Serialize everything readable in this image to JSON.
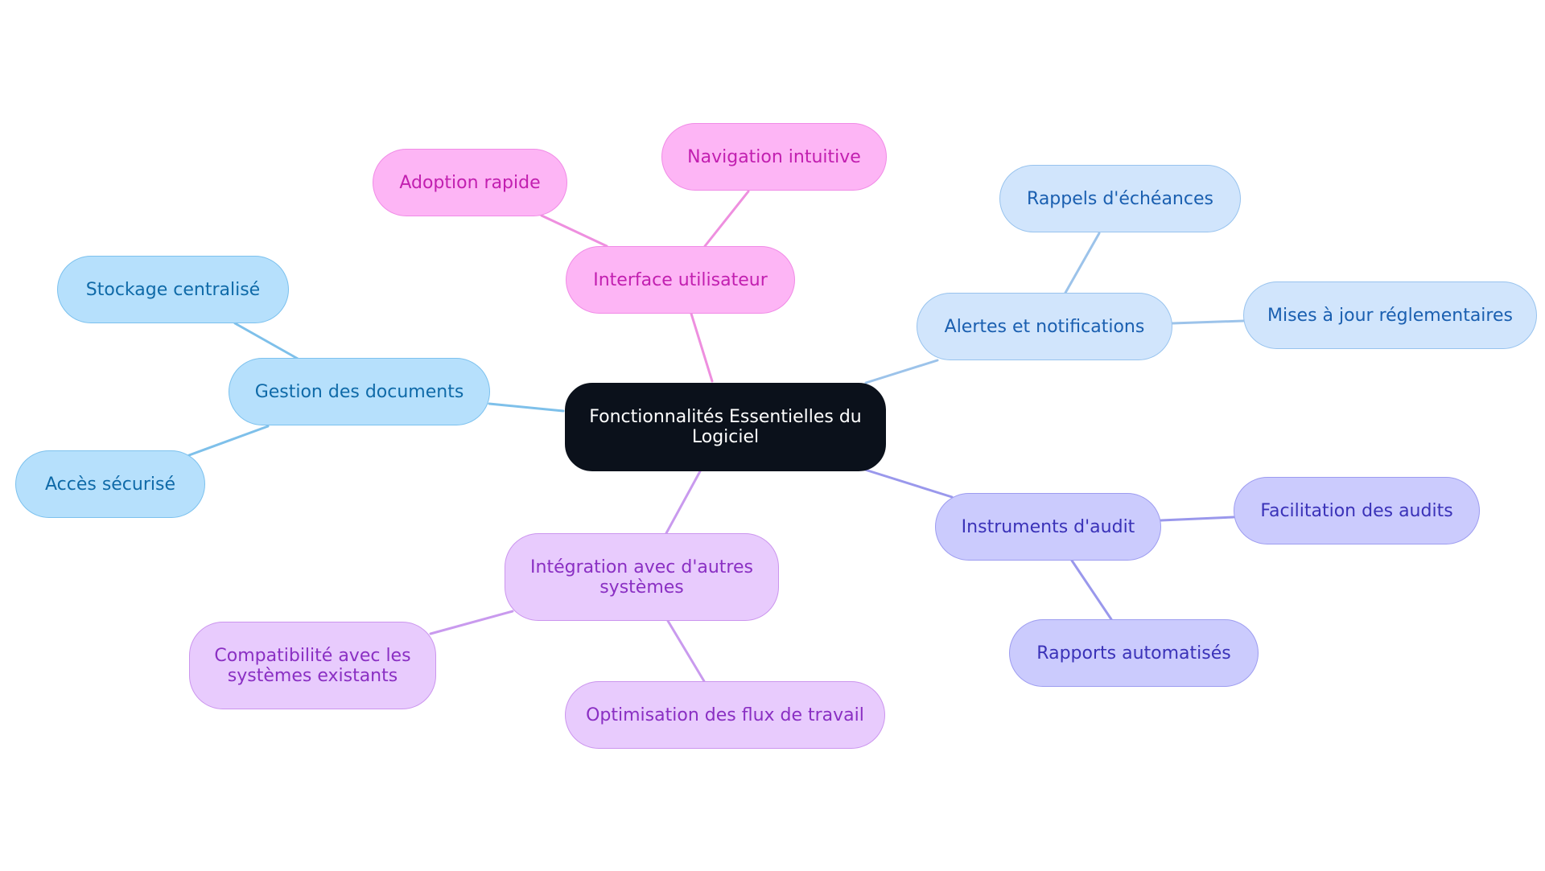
{
  "diagram": {
    "root": {
      "id": "root",
      "label": "Fonctionnalités Essentielles du Logiciel"
    },
    "colors": {
      "root": "#0b111b",
      "pink": "#fdb5f5",
      "sky": "#b6e0fc",
      "pale": "#d1e5fc",
      "violet": "#cbcbfd",
      "lilac": "#e8cbfd"
    },
    "branches": [
      {
        "id": "ui",
        "label": "Interface utilisateur",
        "theme": "pink",
        "children": [
          {
            "id": "ui-1",
            "label": "Navigation intuitive"
          },
          {
            "id": "ui-2",
            "label": "Adoption rapide"
          }
        ]
      },
      {
        "id": "docs",
        "label": "Gestion des documents",
        "theme": "sky",
        "children": [
          {
            "id": "docs-1",
            "label": "Stockage centralisé"
          },
          {
            "id": "docs-2",
            "label": "Accès sécurisé"
          }
        ]
      },
      {
        "id": "alerts",
        "label": "Alertes et notifications",
        "theme": "pale",
        "children": [
          {
            "id": "alerts-1",
            "label": "Rappels d'échéances"
          },
          {
            "id": "alerts-2",
            "label": "Mises à jour réglementaires"
          }
        ]
      },
      {
        "id": "audit",
        "label": "Instruments d'audit",
        "theme": "violet",
        "children": [
          {
            "id": "audit-1",
            "label": "Facilitation des audits"
          },
          {
            "id": "audit-2",
            "label": "Rapports automatisés"
          }
        ]
      },
      {
        "id": "integ",
        "label": "Intégration avec d'autres systèmes",
        "theme": "lilac",
        "children": [
          {
            "id": "integ-1",
            "label": "Compatibilité avec les systèmes existants"
          },
          {
            "id": "integ-2",
            "label": "Optimisation des flux de travail"
          }
        ]
      }
    ]
  }
}
